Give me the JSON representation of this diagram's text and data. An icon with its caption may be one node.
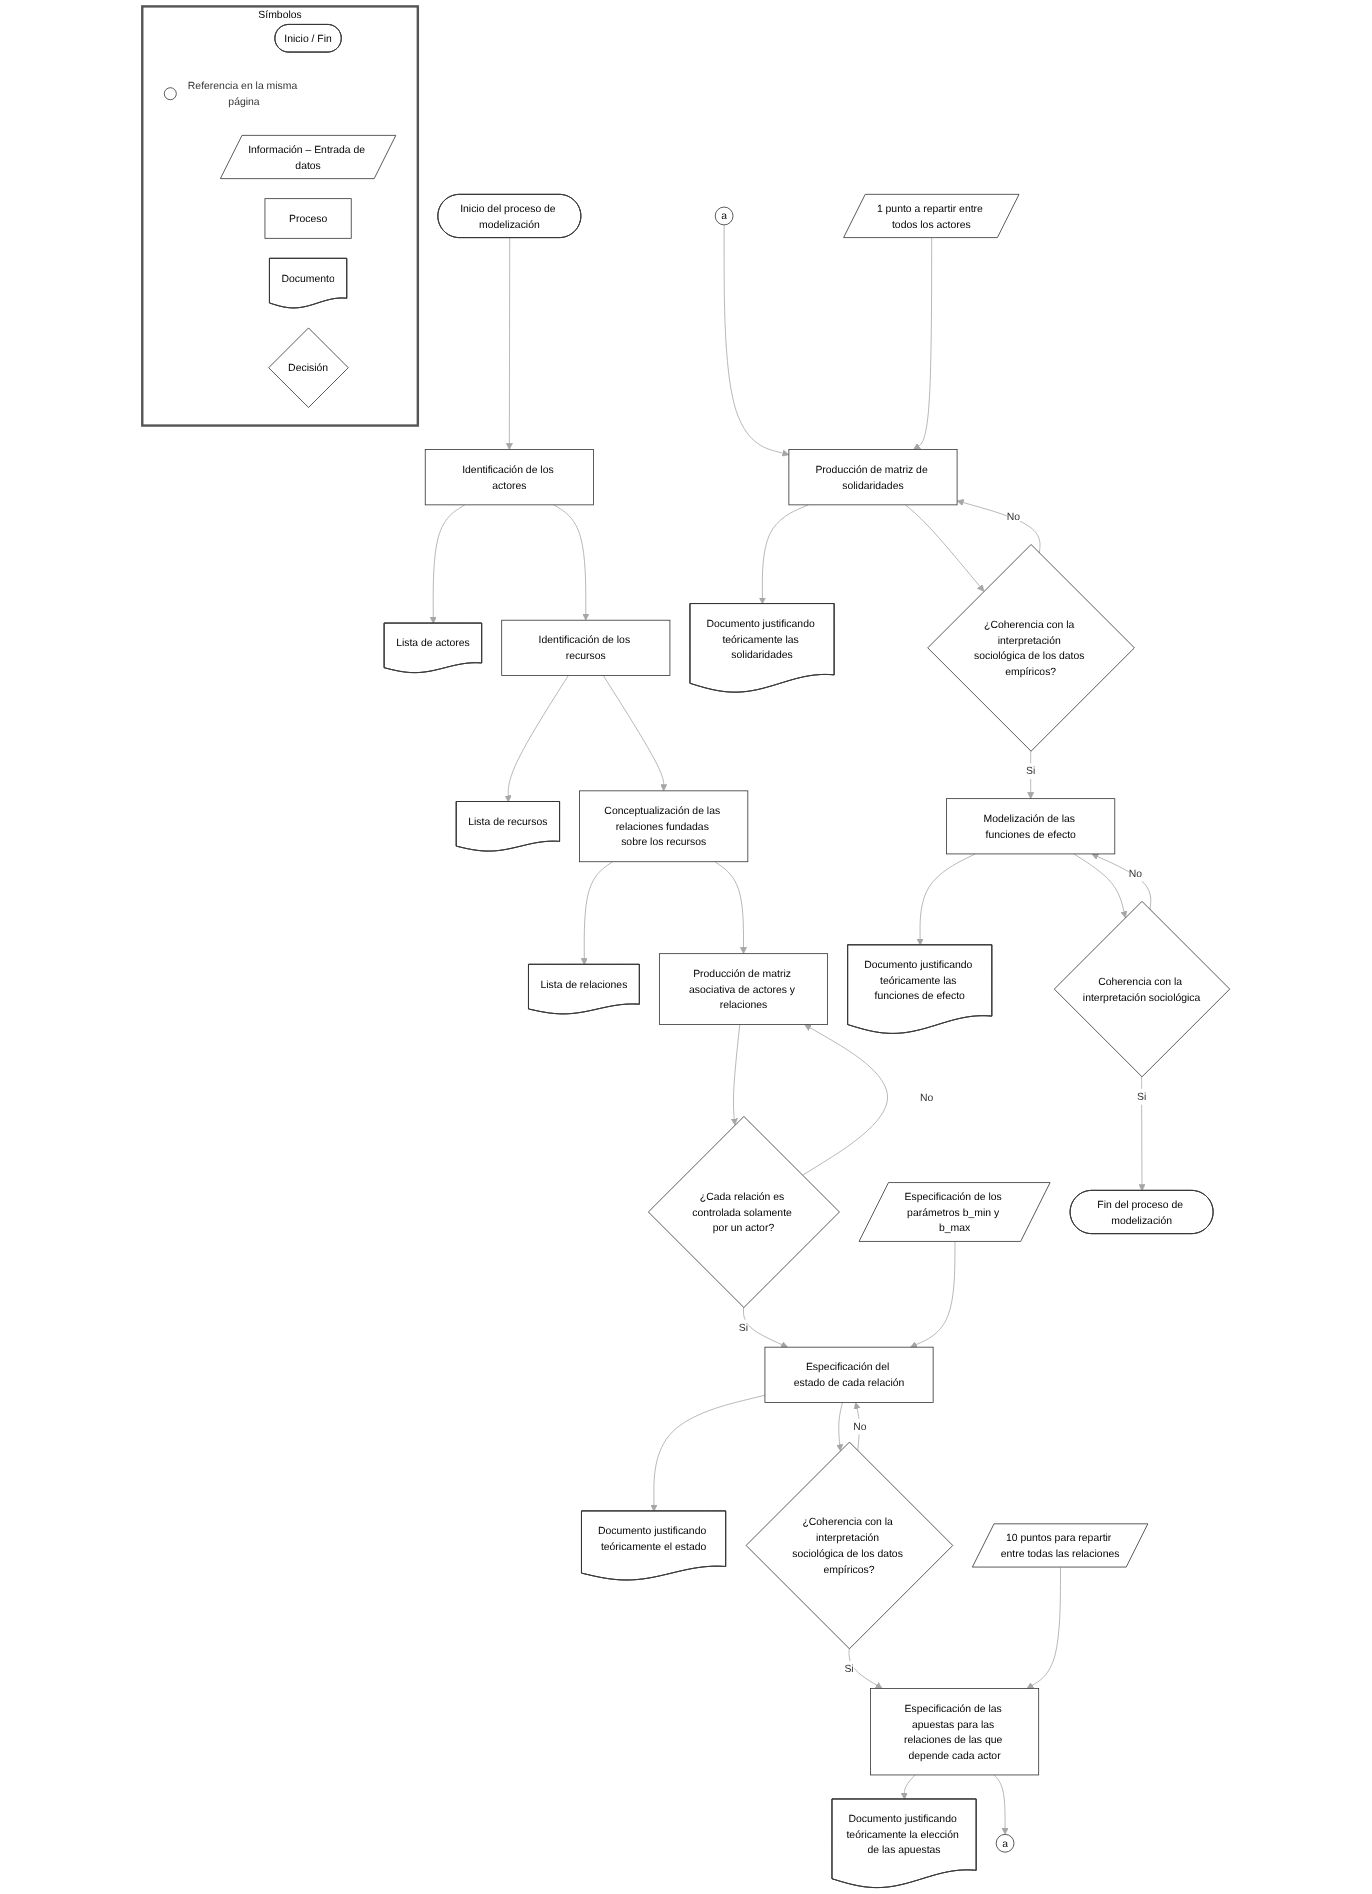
{
  "diagram": {
    "nodes": [
      {
        "text": [
          "Inicio del proceso de modelización"
        ]
      },
      {
        "text": [
          "Identificación de los actores"
        ]
      },
      {
        "text": [
          "Lista de actores"
        ]
      },
      {
        "text": [
          "Identificación de los recursos"
        ]
      },
      {
        "text": [
          "Lista de recursos"
        ]
      },
      {
        "text": [
          "Conceptualización de las relaciones fundadas sobre los recursos"
        ]
      },
      {
        "text": [
          "Lista de relaciones"
        ]
      },
      {
        "text": [
          "Producción de matriz asociativa de actores y relaciones"
        ]
      },
      {
        "text": [
          "¿Cada relación es controlada solamente por un actor?"
        ]
      },
      {
        "text": [
          "Especificación del estado de cada relación"
        ]
      },
      {
        "text": [
          "Especificación de los parámetros b_min y b_max"
        ]
      },
      {
        "text": [
          "Documento justificando teóricamente el estado"
        ]
      },
      {
        "text": [
          "¿Coherencia con la interpretación sociológica de los datos empíricos?"
        ]
      },
      {
        "text": [
          "Especificación de las apuestas para las relaciones de las que depende cada actor"
        ]
      },
      {
        "text": [
          "10 puntos para repartir entre todas las relaciones"
        ]
      },
      {
        "text": [
          "Documento justificando teóricamente la elección de las apuestas"
        ]
      },
      {
        "text": [
          "a"
        ]
      },
      {
        "text": [
          "a"
        ]
      },
      {
        "text": [
          "Producción de matriz de solidaridades"
        ]
      },
      {
        "text": [
          "1 punto a repartir entre todos los actores"
        ]
      },
      {
        "text": [
          "Documento justificando teóricamente las solidaridades"
        ]
      },
      {
        "text": [
          "¿Coherencia con la interpretación sociológica de los datos empíricos?"
        ]
      },
      {
        "text": [
          "Modelización de las funciones de efecto"
        ]
      },
      {
        "text": [
          "Documento justificando teóricamente las funciones de efecto"
        ]
      },
      {
        "text": [
          "Coherencia con la interpretación sociológica"
        ]
      },
      {
        "text": [
          "Fin del proceso de modelización"
        ]
      },
      {
        "text": [
          "Símbolos"
        ]
      },
      {
        "text": [
          "Inicio / Fin"
        ],
        "in": 26
      },
      {
        "text": [
          "Información – Entrada de datos"
        ],
        "in": 26
      },
      {
        "text": [
          "Proceso"
        ],
        "in": 26
      },
      {
        "text": [
          "Documento"
        ],
        "in": 26
      },
      {
        "text": [
          "Decisión"
        ],
        "in": 26
      },
      {
        "text": [],
        "shape": "circle",
        "in": 26,
        "beside": [
          "Referencia en la misma página"
        ]
      }
    ],
    "edges": [
      {
        "from": 0,
        "to": 1,
        "arrow": "to"
      },
      {
        "from": 1,
        "to": 2,
        "arrow": "to"
      },
      {
        "from": 1,
        "to": 3,
        "arrow": "to"
      },
      {
        "from": 3,
        "to": 4,
        "arrow": "to"
      },
      {
        "from": 3,
        "to": 5,
        "arrow": "to"
      },
      {
        "from": 5,
        "to": 6,
        "arrow": "to"
      },
      {
        "from": 5,
        "to": 7,
        "arrow": "to"
      },
      {
        "from": 7,
        "to": 8,
        "arrow": "to"
      },
      {
        "from": 8,
        "to": 7,
        "label": "No",
        "arrow": "to"
      },
      {
        "from": 8,
        "to": 9,
        "label": "Si",
        "arrow": "to"
      },
      {
        "from": 10,
        "to": 9,
        "arrow": "to"
      },
      {
        "from": 9,
        "to": 11,
        "arrow": "to"
      },
      {
        "from": 9,
        "to": 12,
        "arrow": "to"
      },
      {
        "from": 12,
        "to": 9,
        "label": "No",
        "arrow": "to"
      },
      {
        "from": 12,
        "to": 13,
        "label": "Si",
        "arrow": "to"
      },
      {
        "from": 14,
        "to": 13,
        "arrow": "to"
      },
      {
        "from": 13,
        "to": 15,
        "arrow": "to"
      },
      {
        "from": 13,
        "to": 16,
        "arrow": "to"
      },
      {
        "from": 17,
        "to": 18,
        "arrow": "to"
      },
      {
        "from": 19,
        "to": 18,
        "arrow": "to"
      },
      {
        "from": 18,
        "to": 20,
        "arrow": "to"
      },
      {
        "from": 18,
        "to": 21,
        "arrow": "to"
      },
      {
        "from": 21,
        "to": 18,
        "label": "No",
        "arrow": "to"
      },
      {
        "from": 21,
        "to": 22,
        "label": "Si",
        "arrow": "to"
      },
      {
        "from": 22,
        "to": 23,
        "arrow": "to"
      },
      {
        "from": 22,
        "to": 24,
        "arrow": "to"
      },
      {
        "from": 24,
        "to": 22,
        "label": "No",
        "arrow": "to"
      },
      {
        "from": 24,
        "to": 25,
        "label": "Si",
        "arrow": "to"
      }
    ]
  }
}
